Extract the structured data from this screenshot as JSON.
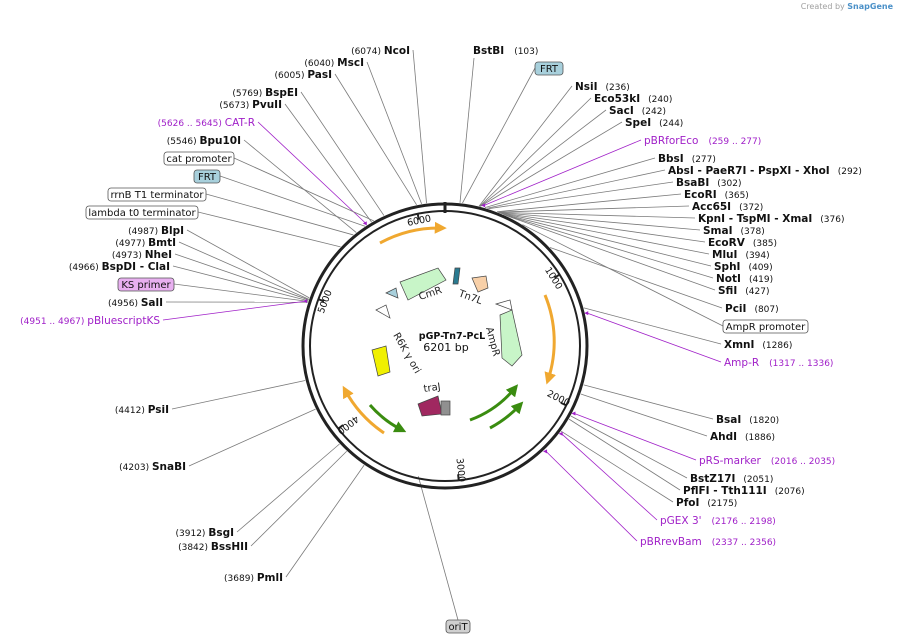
{
  "credit": {
    "prefix": "Created by",
    "brand": "SnapGene"
  },
  "plasmid": {
    "name": "pGP-Tn7-PcL",
    "length_label": "6201 bp",
    "length": 6201
  },
  "ruler_ticks": [
    "1000",
    "2000",
    "3000",
    "4000",
    "5000",
    "6000"
  ],
  "colors": {
    "backbone": "#222222",
    "site_line": "#7a7a7a",
    "feature_line": "#a020c8",
    "primer_label": "#a020c8",
    "orf_orange": "#f0a830",
    "orf_green": "#3a8c10",
    "cmr_fill": "#c8f5c8",
    "ampr_fill": "#c8f5c8",
    "tn7l_fill": "#f8d0a8",
    "r6k_fill": "#f0f000",
    "traj_fill": "#a02860",
    "frt_fill": "#a8d0dc",
    "ks_fill": "#e8b0f0"
  },
  "inner_features": [
    {
      "name": "CmR",
      "color": "#c8f5c8"
    },
    {
      "name": "Tn7L",
      "color": "#f8d0a8"
    },
    {
      "name": "AmpR",
      "color": "#c8f5c8"
    },
    {
      "name": "R6K γ ori",
      "color": "#f0f000"
    },
    {
      "name": "traJ",
      "color": "#a02860"
    }
  ],
  "site_labels_right": [
    {
      "name": "NsiI",
      "pos": "(236)"
    },
    {
      "name": "Eco53kI",
      "pos": "(240)"
    },
    {
      "name": "SacI",
      "pos": "(242)"
    },
    {
      "name": "SpeI",
      "pos": "(244)"
    },
    {
      "name": "BbsI",
      "pos": "(277)"
    },
    {
      "name": "AbsI  - PaeR7I  - PspXI  - XhoI",
      "pos": "(292)"
    },
    {
      "name": "BsaBI",
      "pos": "(302)"
    },
    {
      "name": "EcoRI",
      "pos": "(365)"
    },
    {
      "name": "Acc65I",
      "pos": "(372)"
    },
    {
      "name": "KpnI  - TspMI  - XmaI",
      "pos": "(376)"
    },
    {
      "name": "SmaI",
      "pos": "(378)"
    },
    {
      "name": "EcoRV",
      "pos": "(385)"
    },
    {
      "name": "MluI",
      "pos": "(394)"
    },
    {
      "name": "SphI",
      "pos": "(409)"
    },
    {
      "name": "NotI",
      "pos": "(419)"
    },
    {
      "name": "SfiI",
      "pos": "(427)"
    },
    {
      "name": "PciI",
      "pos": "(807)"
    },
    {
      "name": "XmnI",
      "pos": "(1286)"
    },
    {
      "name": "BsaI",
      "pos": "(1820)"
    },
    {
      "name": "AhdI",
      "pos": "(1886)"
    },
    {
      "name": "BstZ17I",
      "pos": "(2051)"
    },
    {
      "name": "PflFI  - Tth111I",
      "pos": "(2076)"
    },
    {
      "name": "PfoI",
      "pos": "(2175)"
    }
  ],
  "site_labels_left": [
    {
      "name": "NcoI",
      "pos": "(6074)"
    },
    {
      "name": "MscI",
      "pos": "(6040)"
    },
    {
      "name": "PasI",
      "pos": "(6005)"
    },
    {
      "name": "BspEI",
      "pos": "(5769)"
    },
    {
      "name": "PvuII",
      "pos": "(5673)"
    },
    {
      "name": "Bpu10I",
      "pos": "(5546)"
    },
    {
      "name": "BlpI",
      "pos": "(4987)"
    },
    {
      "name": "BmtI",
      "pos": "(4977)"
    },
    {
      "name": "NheI",
      "pos": "(4973)"
    },
    {
      "name": "BspDI  - ClaI",
      "pos": "(4966)"
    },
    {
      "name": "SalI",
      "pos": "(4956)"
    },
    {
      "name": "PsiI",
      "pos": "(4412)"
    },
    {
      "name": "SnaBI",
      "pos": "(4203)"
    },
    {
      "name": "BsgI",
      "pos": "(3912)"
    },
    {
      "name": "BssHII",
      "pos": "(3842)"
    },
    {
      "name": "PmlI",
      "pos": "(3689)"
    }
  ],
  "site_top": {
    "name": "BstBI",
    "pos": "(103)"
  },
  "primers": [
    {
      "name": "pBRforEco",
      "range": "(259 .. 277)"
    },
    {
      "name": "Amp-R",
      "range": "(1317 .. 1336)"
    },
    {
      "name": "pRS-marker",
      "range": "(2016 .. 2035)"
    },
    {
      "name": "pGEX 3'",
      "range": "(2176 .. 2198)"
    },
    {
      "name": "pBRrevBam",
      "range": "(2337 .. 2356)"
    },
    {
      "name": "CAT-R",
      "range": "(5626 .. 5645)"
    },
    {
      "name": "pBluescriptKS",
      "range": "(4951 .. 4967)"
    }
  ],
  "boxed_features": [
    {
      "name": "FRT"
    },
    {
      "name": "AmpR promoter"
    },
    {
      "name": "cat promoter"
    },
    {
      "name": "FRT"
    },
    {
      "name": "rrnB T1 terminator"
    },
    {
      "name": "lambda t0 terminator"
    },
    {
      "name": "KS primer"
    },
    {
      "name": "oriT"
    }
  ]
}
